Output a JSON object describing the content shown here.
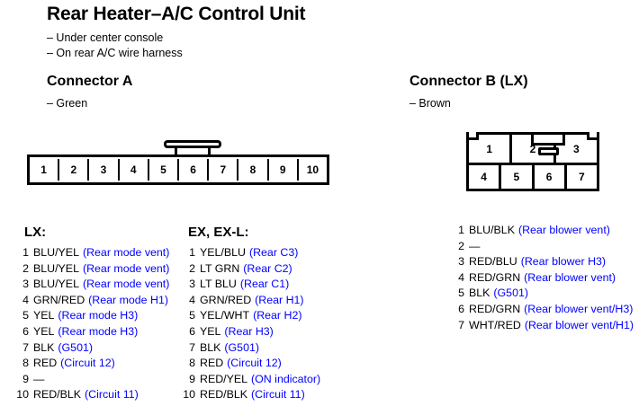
{
  "title": "Rear Heater–A/C Control Unit",
  "notes": [
    "– Under center console",
    "– On rear A/C wire harness"
  ],
  "connector_a": {
    "heading": "Connector A",
    "color_note": "– Green",
    "pins": [
      "1",
      "2",
      "3",
      "4",
      "5",
      "6",
      "7",
      "8",
      "9",
      "10"
    ],
    "latch_icon": "t-tab-latch"
  },
  "connector_b": {
    "heading": "Connector B (LX)",
    "color_note": "– Brown",
    "pins_top": [
      "1",
      "2",
      "3"
    ],
    "pins_bottom": [
      "4",
      "5",
      "6",
      "7"
    ],
    "latch_icon": "center-latch"
  },
  "lists": {
    "lx": {
      "title": "LX:",
      "rows": [
        {
          "num": "1",
          "wire": "BLU/YEL",
          "desc": "(Rear mode vent)"
        },
        {
          "num": "2",
          "wire": "BLU/YEL",
          "desc": "(Rear mode vent)"
        },
        {
          "num": "3",
          "wire": "BLU/YEL",
          "desc": "(Rear mode vent)"
        },
        {
          "num": "4",
          "wire": "GRN/RED",
          "desc": "(Rear mode H1)"
        },
        {
          "num": "5",
          "wire": "YEL",
          "desc": "(Rear mode H3)"
        },
        {
          "num": "6",
          "wire": "YEL",
          "desc": "(Rear mode H3)"
        },
        {
          "num": "7",
          "wire": "BLK",
          "desc": "(G501)"
        },
        {
          "num": "8",
          "wire": "RED",
          "desc": "(Circuit 12)"
        },
        {
          "num": "9",
          "wire": "—",
          "desc": ""
        },
        {
          "num": "10",
          "wire": "RED/BLK",
          "desc": "(Circuit 11)"
        }
      ]
    },
    "ex": {
      "title": "EX, EX-L:",
      "rows": [
        {
          "num": "1",
          "wire": "YEL/BLU",
          "desc": "(Rear C3)"
        },
        {
          "num": "2",
          "wire": "LT GRN",
          "desc": "(Rear C2)"
        },
        {
          "num": "3",
          "wire": "LT BLU",
          "desc": "(Rear C1)"
        },
        {
          "num": "4",
          "wire": "GRN/RED",
          "desc": "(Rear H1)"
        },
        {
          "num": "5",
          "wire": "YEL/WHT",
          "desc": "(Rear H2)"
        },
        {
          "num": "6",
          "wire": "YEL",
          "desc": "(Rear H3)"
        },
        {
          "num": "7",
          "wire": "BLK",
          "desc": "(G501)"
        },
        {
          "num": "8",
          "wire": "RED",
          "desc": "(Circuit 12)"
        },
        {
          "num": "9",
          "wire": "RED/YEL",
          "desc": "(ON indicator)"
        },
        {
          "num": "10",
          "wire": "RED/BLK",
          "desc": "(Circuit 11)"
        }
      ]
    },
    "b": {
      "title": "",
      "rows": [
        {
          "num": "1",
          "wire": "BLU/BLK",
          "desc": "(Rear blower vent)"
        },
        {
          "num": "2",
          "wire": "—",
          "desc": ""
        },
        {
          "num": "3",
          "wire": "RED/BLU",
          "desc": "(Rear blower H3)"
        },
        {
          "num": "4",
          "wire": "RED/GRN",
          "desc": "(Rear blower vent)"
        },
        {
          "num": "5",
          "wire": "BLK",
          "desc": "(G501)"
        },
        {
          "num": "6",
          "wire": "RED/GRN",
          "desc": "(Rear blower vent/H3)"
        },
        {
          "num": "7",
          "wire": "WHT/RED",
          "desc": "(Rear blower vent/H1)"
        }
      ]
    }
  },
  "colors": {
    "text": "#000000",
    "description": "#0000ff",
    "background": "#ffffff"
  }
}
